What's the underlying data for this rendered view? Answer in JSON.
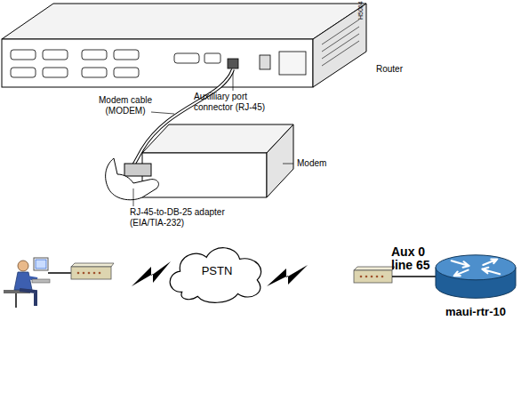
{
  "diagram": {
    "nodes": [
      {
        "text": [
          "PSTN"
        ]
      },
      {
        "text": [
          "maui-rtr-10"
        ]
      }
    ],
    "labels": [
      "H5064",
      "Modem cable (MODEM)",
      "Auxilliary port connector (RJ-45)",
      "Router",
      "Modem",
      "RJ-45-to-DB-25 adapter (EIA/TIA-232)",
      "Aux 0 line 65"
    ]
  }
}
